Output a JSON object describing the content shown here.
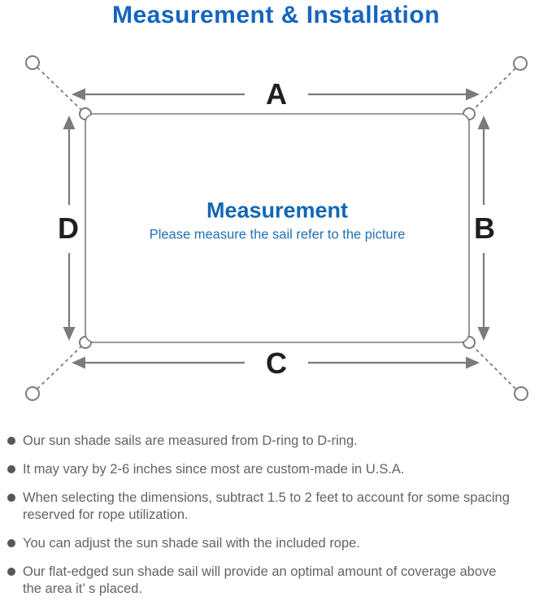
{
  "page": {
    "title": "Measurement & Installation"
  },
  "diagram": {
    "labels": {
      "top": "A",
      "right": "B",
      "bottom": "C",
      "left": "D"
    },
    "center_heading": "Measurement",
    "center_subtitle": "Please measure the sail refer to the picture",
    "colors": {
      "title_blue": "#1565c0",
      "heading_blue": "#1267b2",
      "subtitle_blue": "#2270b4",
      "line_gray": "#7b7b7b",
      "label_black": "#1f1f1f",
      "note_gray": "#636363"
    }
  },
  "notes": {
    "items": [
      {
        "text": "Our sun shade sails are measured from D-ring to D-ring."
      },
      {
        "text": "It may vary by 2-6 inches since most are custom-made in U.S.A."
      },
      {
        "text": "When selecting the dimensions, subtract 1.5 to 2 feet to account for some spacing\nreserved for rope utilization."
      },
      {
        "text": "You can adjust the sun shade sail with the included rope."
      },
      {
        "text": "Our flat-edged sun shade sail will provide an optimal amount of coverage above\nthe area it’ s placed."
      }
    ]
  }
}
